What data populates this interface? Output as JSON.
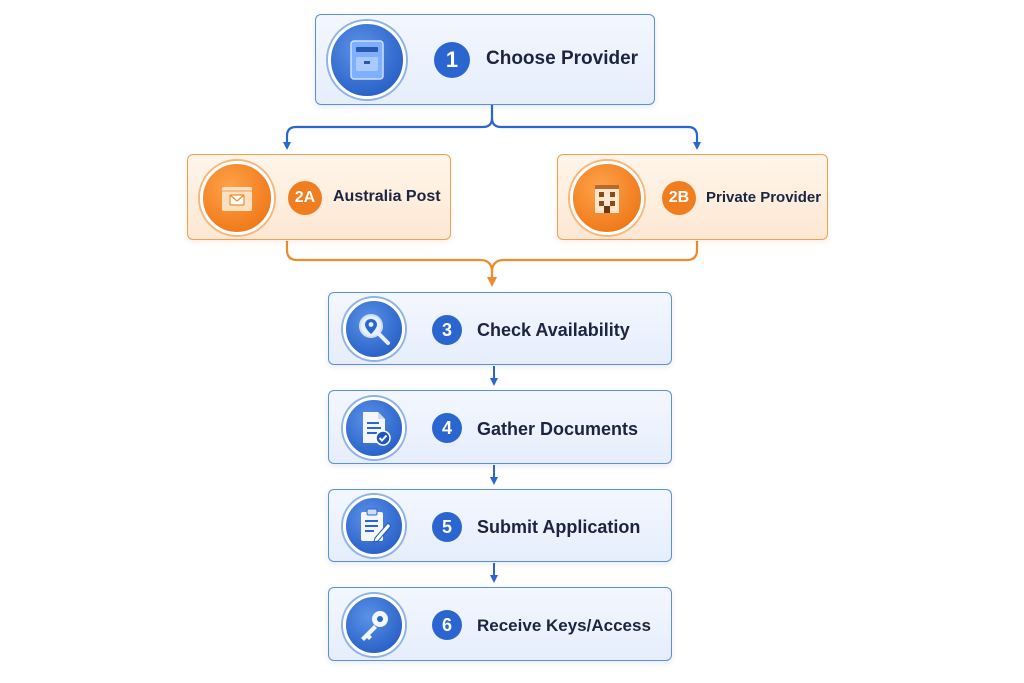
{
  "steps": [
    {
      "id": "s1",
      "number": "1",
      "label": "Choose Provider",
      "icon": "mailbox-icon",
      "color": "#2b66d0"
    },
    {
      "id": "s2a",
      "number": "2A",
      "label": "Australia Post",
      "icon": "parcel-icon",
      "color": "#f07d1f"
    },
    {
      "id": "s2b",
      "number": "2B",
      "label": "Private Provider",
      "icon": "building-icon",
      "color": "#f07d1f"
    },
    {
      "id": "s3",
      "number": "3",
      "label": "Check Availability",
      "icon": "location-search-icon",
      "color": "#2b66d0"
    },
    {
      "id": "s4",
      "number": "4",
      "label": "Gather Documents",
      "icon": "document-check-icon",
      "color": "#2b66d0"
    },
    {
      "id": "s5",
      "number": "5",
      "label": "Submit Application",
      "icon": "clipboard-pen-icon",
      "color": "#2b66d0"
    },
    {
      "id": "s6",
      "number": "6",
      "label": "Receive Keys/Access",
      "icon": "key-icon",
      "color": "#2b66d0"
    }
  ],
  "connectors": [
    {
      "from": "s1",
      "to": [
        "s2a",
        "s2b"
      ],
      "color": "#2b66d0"
    },
    {
      "from": [
        "s2a",
        "s2b"
      ],
      "to": "s3",
      "color": "#f08a2a"
    },
    {
      "from": "s3",
      "to": "s4",
      "color": "#2b66d0"
    },
    {
      "from": "s4",
      "to": "s5",
      "color": "#2b66d0"
    },
    {
      "from": "s5",
      "to": "s6",
      "color": "#2b66d0"
    }
  ]
}
